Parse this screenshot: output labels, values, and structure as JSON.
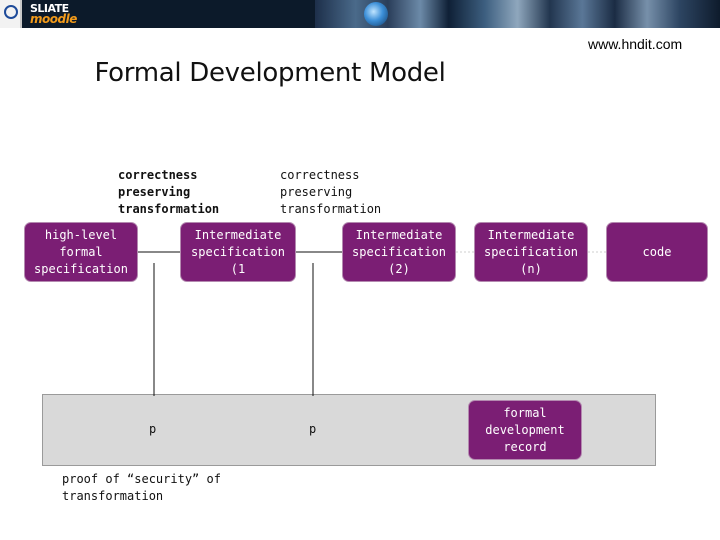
{
  "banner": {
    "logo_line1": "SLIATE",
    "logo_line2": "moodle"
  },
  "url": "www.hndit.com",
  "title": "Formal Development Model",
  "transform_labels": [
    {
      "lines": [
        "correctness",
        "preserving",
        "transformation"
      ]
    },
    {
      "lines": [
        "correctness",
        "preserving",
        "transformation"
      ]
    }
  ],
  "nodes": {
    "high_level_spec": {
      "lines": [
        "high-level formal",
        "specification"
      ]
    },
    "intermediate_1": {
      "lines": [
        "Intermediate",
        "specification (1"
      ]
    },
    "intermediate_2": {
      "lines": [
        "Intermediate",
        "specification (2)"
      ]
    },
    "intermediate_n": {
      "lines": [
        "Intermediate",
        "specification (n)"
      ]
    },
    "code": {
      "lines": [
        "code"
      ]
    },
    "formal_record": {
      "lines": [
        "formal",
        "development",
        "record"
      ]
    }
  },
  "proofs": [
    {
      "label": "p"
    },
    {
      "label": "p"
    }
  ],
  "proof_caption": {
    "lines": [
      "proof of “security” of",
      "transformation"
    ]
  },
  "colors": {
    "node_fill": "#7b1e74",
    "proof_area": "#d9d9d9",
    "banner": "#0c1a2a",
    "logo_accent": "#f29a1a"
  }
}
